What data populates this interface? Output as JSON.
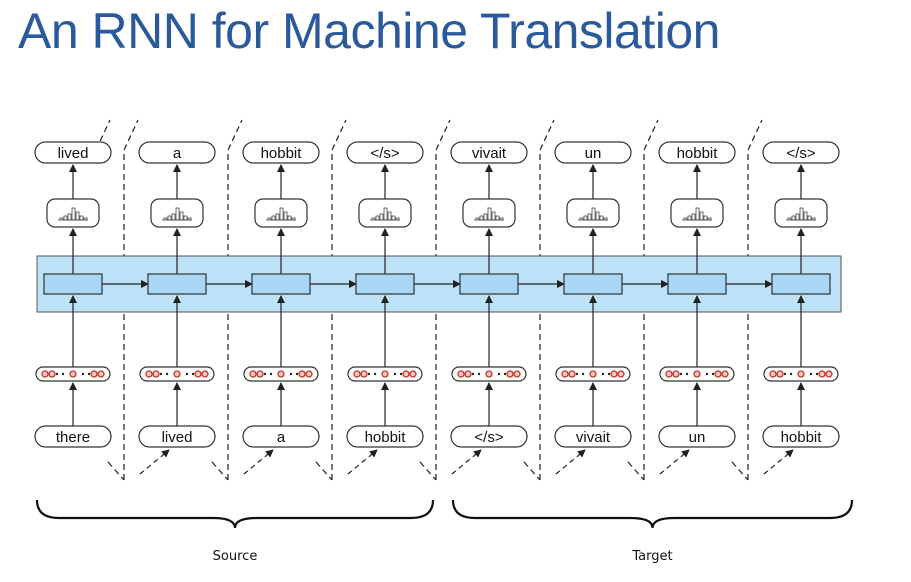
{
  "title": "An RNN for Machine Translation",
  "colors": {
    "title": "#2b5a9c",
    "hidden_band": "#bde1f7",
    "hidden_cell": "#a9d7f5",
    "embedding_dot": "#c0392b"
  },
  "output_tokens": [
    "lived",
    "a",
    "hobbit",
    "</s>",
    "vivait",
    "un",
    "hobbit",
    "</s>"
  ],
  "input_tokens": [
    "there",
    "lived",
    "a",
    "hobbit",
    "</s>",
    "vivait",
    "un",
    "hobbit"
  ],
  "braces": {
    "source_label": "Source",
    "target_label": "Target"
  }
}
